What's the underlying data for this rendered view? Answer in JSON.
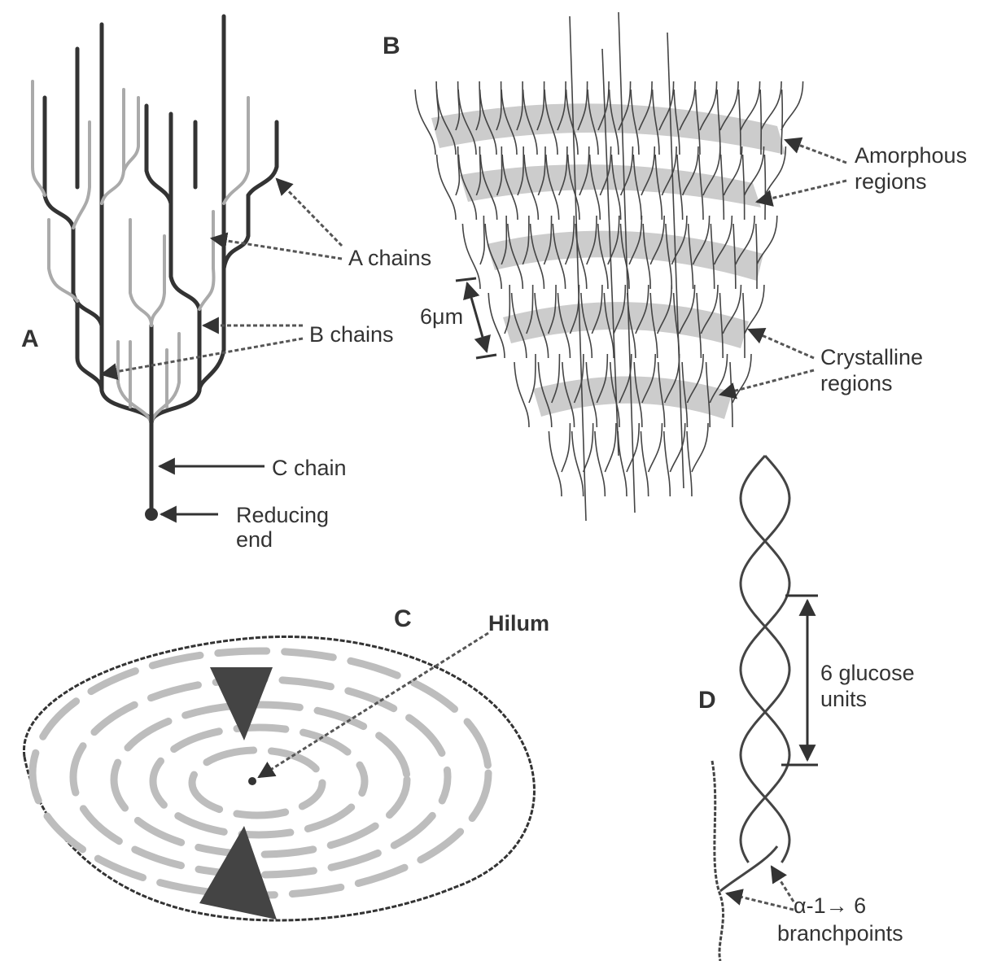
{
  "panels": {
    "A": {
      "letter": "A",
      "labels": {
        "a_chains": "A chains",
        "b_chains": "B chains",
        "c_chain": "C chain",
        "reducing_end_1": "Reducing",
        "reducing_end_2": "end"
      }
    },
    "B": {
      "letter": "B",
      "labels": {
        "amorphous_1": "Amorphous",
        "amorphous_2": "regions",
        "crystalline_1": "Crystalline",
        "crystalline_2": "regions",
        "scale": "6μm"
      }
    },
    "C": {
      "letter": "C",
      "labels": {
        "hilum": "Hilum"
      }
    },
    "D": {
      "letter": "D",
      "labels": {
        "glucose_1": "6 glucose",
        "glucose_2": "units",
        "branch_1": "α-1→ 6",
        "branch_2": "branchpoints"
      }
    }
  },
  "colors": {
    "ink": "#333333",
    "band_gray": "#cccccc",
    "ring_gray": "#bdbdbd",
    "background": "#ffffff"
  }
}
